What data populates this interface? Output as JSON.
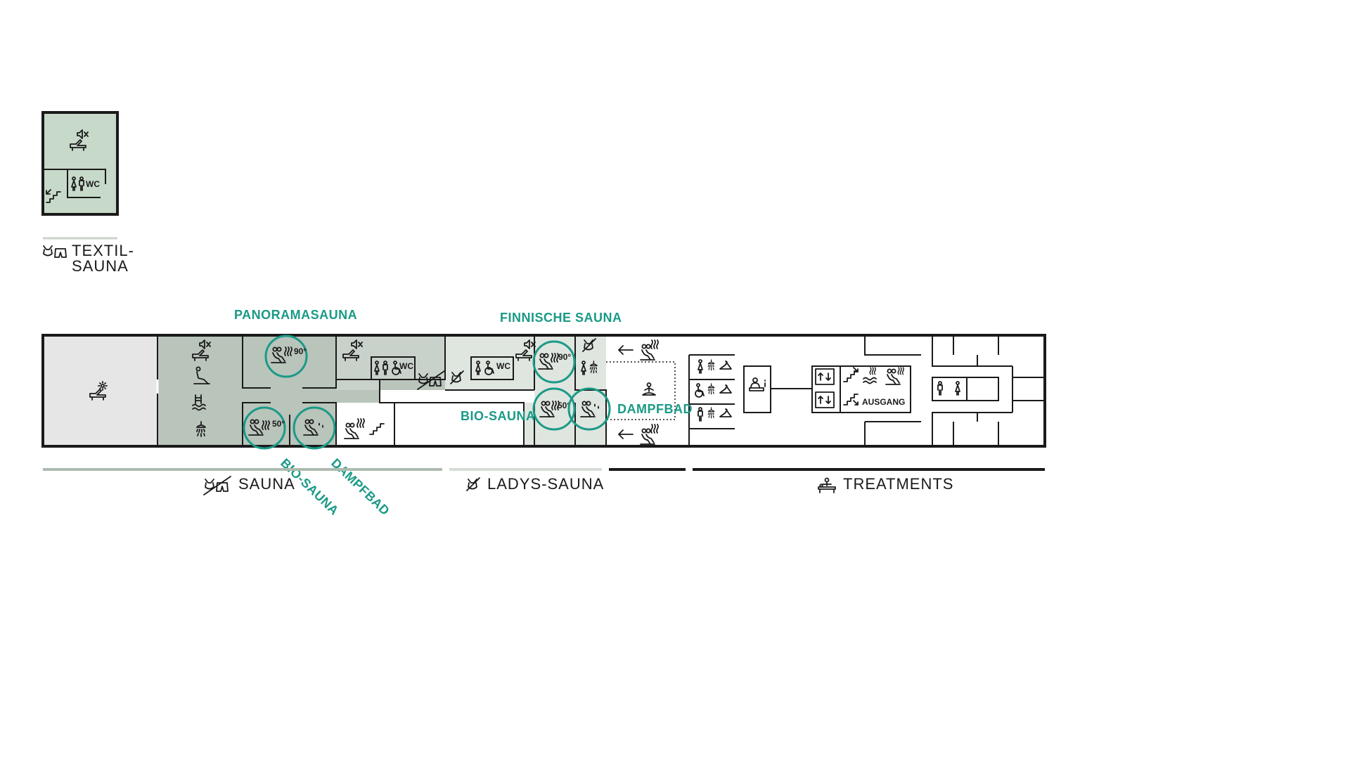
{
  "colors": {
    "teal": "#1a9a86",
    "sauna_zone": "#b9c4bb",
    "sauna_zone_light": "#c9d2ca",
    "ladys_zone": "#dfe5df",
    "outdoor_zone": "#e6e6e6",
    "textil_zone": "#c7d9c9",
    "wall": "#1a1a1a",
    "legend_sauna_bar": "#aebaaf",
    "legend_ladys_bar": "#d6ddd6",
    "legend_treatments_bar": "#1a1a1a"
  },
  "textil_box": {
    "title_line1": "TEXTIL-",
    "title_line2": "SAUNA",
    "wc_label": "WC",
    "icons": [
      "silent-lounger-icon",
      "stairs-down-icon",
      "female-toilet-icon",
      "male-toilet-icon"
    ]
  },
  "rooms": {
    "panoramasauna": {
      "label": "PANORAMASAUNA",
      "temp": "90°"
    },
    "bio_sauna_left": {
      "label": "BIO-SAUNA",
      "temp": "50°"
    },
    "dampfbad_left": {
      "label": "DAMPFBAD"
    },
    "finnische_sauna": {
      "label": "FINNISCHE SAUNA",
      "temp": "90°"
    },
    "bio_sauna_right": {
      "label": "BIO-SAUNA",
      "temp": "50°"
    },
    "dampfbad_right": {
      "label": "DAMPFBAD"
    },
    "wc_1": {
      "label": "WC"
    },
    "wc_2": {
      "label": "WC"
    },
    "ausgang": {
      "label": "AUSGANG"
    }
  },
  "legend": {
    "sauna": "SAUNA",
    "ladys_sauna": "LADYS-SAUNA",
    "treatments": "TREATMENTS"
  }
}
